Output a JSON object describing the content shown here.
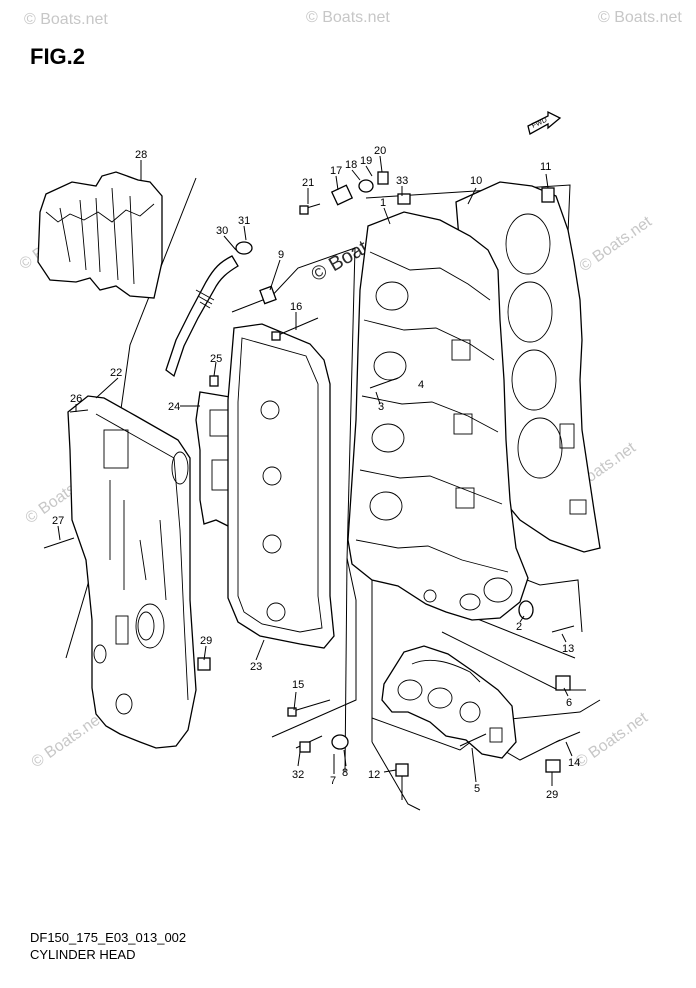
{
  "figure": {
    "title": "FIG.2",
    "code": "DF150_175_E03_013_002",
    "caption": "CYLINDER HEAD"
  },
  "watermark": {
    "text": "© Boats.net",
    "main_text": "© Boats.net"
  },
  "fwd_label": "FWD",
  "callouts": [
    "1",
    "2",
    "3",
    "4",
    "5",
    "6",
    "7",
    "8",
    "9",
    "10",
    "11",
    "12",
    "13",
    "14",
    "15",
    "16",
    "17",
    "18",
    "19",
    "20",
    "21",
    "22",
    "23",
    "24",
    "25",
    "26",
    "27",
    "28",
    "29",
    "29",
    "30",
    "31",
    "32",
    "33"
  ],
  "parts": [
    "cylinder-head",
    "head-gasket",
    "cover-gasket",
    "plate",
    "rear-cover",
    "side-cover",
    "breather-hose",
    "bracket-cover"
  ]
}
